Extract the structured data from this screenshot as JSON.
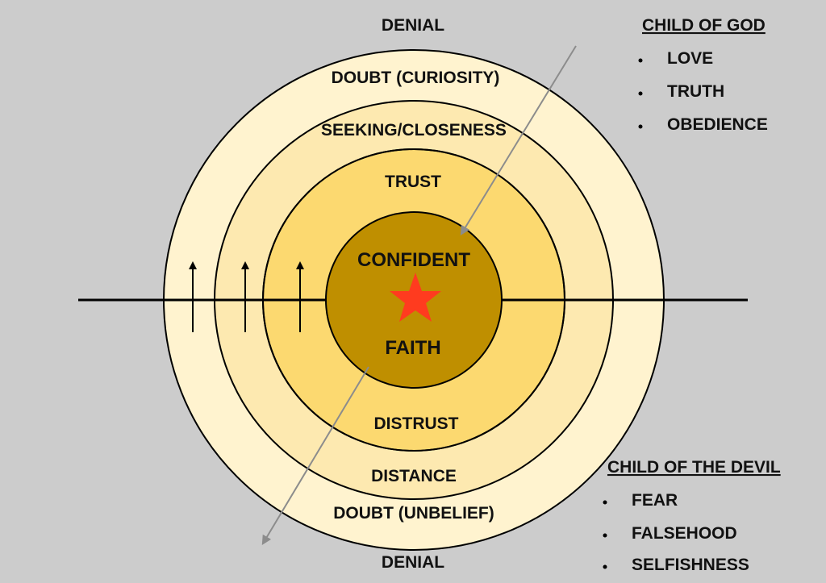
{
  "colors": {
    "background": "#cccccc",
    "ring_outer": "#fff3cf",
    "ring_2": "#fde9b0",
    "ring_3": "#fcd970",
    "core": "#bf8f00",
    "star": "#ff3b1f",
    "stroke": "#000000",
    "arrow": "#8c8c8c"
  },
  "rings": {
    "top": {
      "denial": "DENIAL",
      "doubt": "DOUBT (CURIOSITY)",
      "seeking": "SEEKING/CLOSENESS",
      "trust": "TRUST",
      "confident": "CONFIDENT"
    },
    "bottom": {
      "faith": "FAITH",
      "distrust": "DISTRUST",
      "distance": "DISTANCE",
      "doubt": "DOUBT (UNBELIEF)",
      "denial": "DENIAL"
    }
  },
  "child_of_god": {
    "title": "CHILD OF GOD",
    "items": [
      "LOVE",
      "TRUTH",
      "OBEDIENCE"
    ]
  },
  "child_of_devil": {
    "title": "CHILD OF THE DEVIL",
    "items": [
      "FEAR",
      "FALSEHOOD",
      "SELFISHNESS"
    ]
  },
  "icons": {
    "star": "star-icon",
    "bullet": "bullet-icon",
    "up_arrow": "up-arrow-icon"
  }
}
